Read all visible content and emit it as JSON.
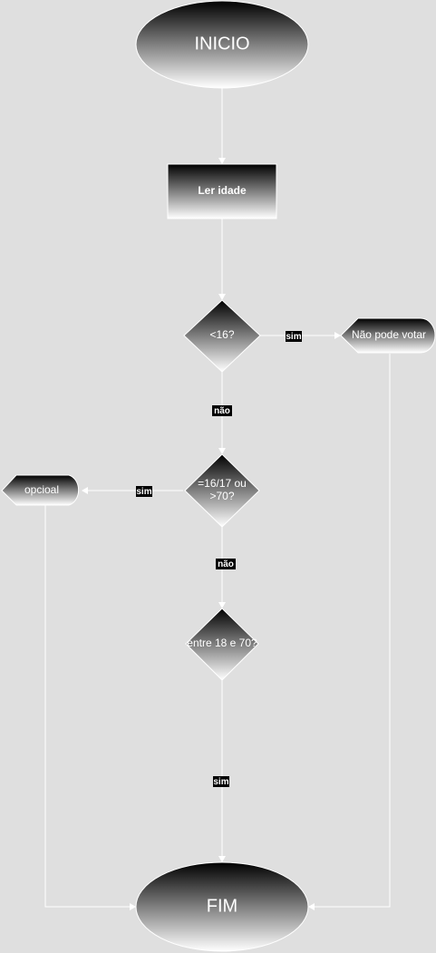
{
  "diagram": {
    "nodes": {
      "start": "INICIO",
      "read_age": "Ler idade",
      "decision_under16": "<16?",
      "cannot_vote": "Não pode votar",
      "decision_16_17_70": "=16/17 ou >70?",
      "decision_16_17_70_line1": "=16/17 ou",
      "decision_16_17_70_line2": ">70?",
      "optional": "opcioal",
      "decision_18_70": "entre 18 e 70?",
      "end": "FIM"
    },
    "edges": {
      "under16_yes": "sim",
      "under16_no": "não",
      "range_yes": "sim",
      "range_no": "não",
      "adult_yes": "sim"
    }
  }
}
